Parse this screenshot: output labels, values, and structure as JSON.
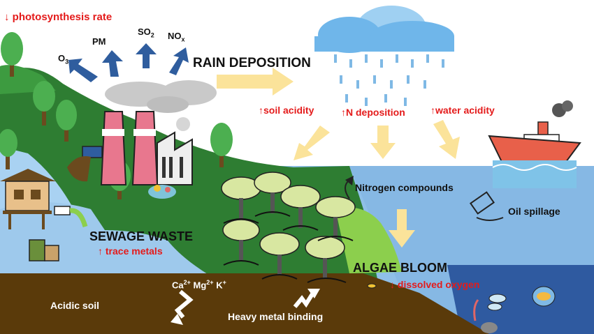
{
  "colors": {
    "sky": "#ffffff",
    "hill_green": "#2e7d32",
    "water_light": "#9ec9ec",
    "water_deep": "#2f5aa0",
    "soil": "#5a3a0a",
    "arrow_blue": "#2f5d9e",
    "arrow_yellow": "#fbe39a",
    "label_red": "#e41b1b",
    "factory_pink": "#e8778e",
    "cloud_blue": "#6fb6ea",
    "ship_red": "#e8604a",
    "algae_green": "#8ccf4d"
  },
  "labels": {
    "photosynthesis": "↓ photosynthesis rate",
    "o3": "O",
    "o3_sub": "3",
    "pm": "PM",
    "so2": "SO",
    "so2_sub": "2",
    "nox": "NO",
    "nox_sub": "x",
    "rain_deposition": "RAIN DEPOSITION",
    "soil_acidity": "↑soil acidity",
    "n_deposition": "↑N deposition",
    "water_acidity": "↑water acidity",
    "nitrogen_compounds": "Nitrogen compounds",
    "oil_spillage": "Oil spillage",
    "sewage_waste": "SEWAGE WASTE",
    "trace_metals": "↑ trace metals",
    "algae_bloom": "ALGAE BLOOM",
    "dissolved_oxygen": "↓ dissolved oxygen",
    "ca": "Ca",
    "ca_sup": "2+",
    "mg": "Mg",
    "mg_sup": "2+",
    "k": "K",
    "k_sup": "+",
    "acidic_soil": "Acidic soil",
    "heavy_metal_binding": "Heavy metal binding"
  },
  "icons": [
    "tree-icon",
    "factory-icon",
    "cloud-icon",
    "rain-icon",
    "ship-icon",
    "house-icon",
    "mangrove-icon",
    "fish-icon",
    "pipe-icon",
    "trash-icon",
    "recycle-arrow-icon",
    "oil-barrel-icon"
  ]
}
